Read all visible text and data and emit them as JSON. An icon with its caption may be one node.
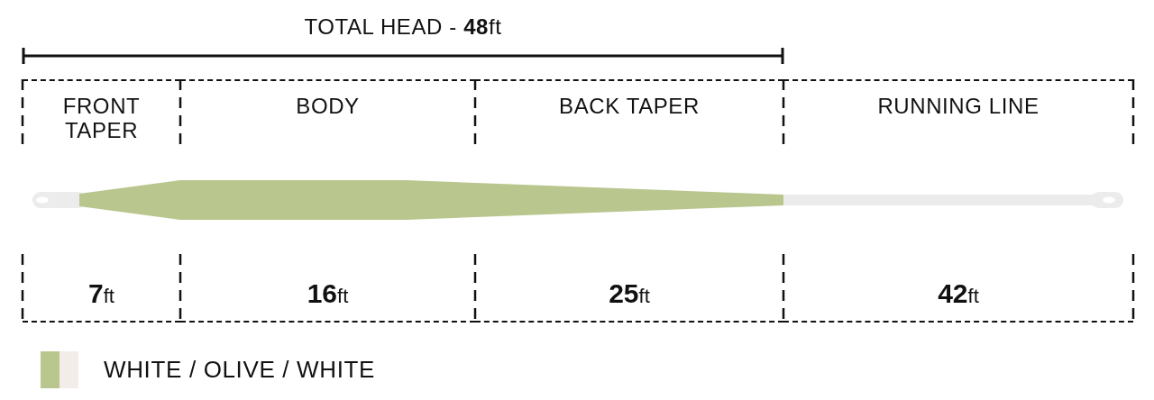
{
  "diagram": {
    "title": "TOTAL HEAD - **48**ft",
    "nodes": [
      {
        "text": [
          "FRONT TAPER",
          "7ft"
        ]
      },
      {
        "text": [
          "BODY",
          "16ft"
        ]
      },
      {
        "text": [
          "BACK TAPER",
          "25ft"
        ]
      },
      {
        "text": [
          "RUNNING LINE",
          "42ft"
        ]
      }
    ],
    "legend": [
      {
        "text": "WHITE / OLIVE / WHITE",
        "color": "#b9c78e"
      }
    ]
  }
}
